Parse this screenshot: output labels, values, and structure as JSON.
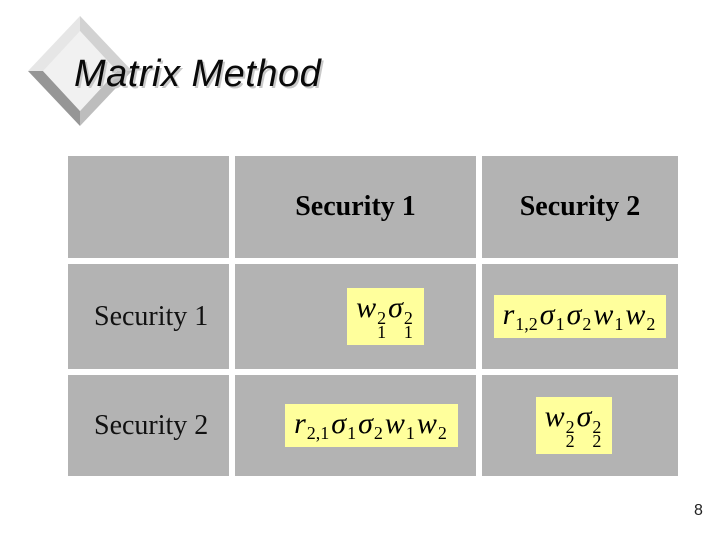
{
  "slide": {
    "title": "Matrix Method",
    "page_number": "8"
  },
  "table": {
    "corner_label": "",
    "col_headers": [
      "Security 1",
      "Security 2"
    ],
    "row_headers": [
      "Security 1",
      "Security 2"
    ],
    "formulas": {
      "c11": [
        {
          "v": "w",
          "sup": "2",
          "sub": "1"
        },
        {
          "v": "σ",
          "sup": "2",
          "sub": "1"
        }
      ],
      "c12": [
        {
          "v": "r",
          "sub": "1,2"
        },
        {
          "v": "σ",
          "sub": "1"
        },
        {
          "v": "σ",
          "sub": "2"
        },
        {
          "v": "w",
          "sub": "1"
        },
        {
          "v": "w",
          "sub": "2"
        }
      ],
      "c21": [
        {
          "v": "r",
          "sub": "2,1"
        },
        {
          "v": "σ",
          "sub": "1"
        },
        {
          "v": "σ",
          "sub": "2"
        },
        {
          "v": "w",
          "sub": "1"
        },
        {
          "v": "w",
          "sub": "2"
        }
      ],
      "c22": [
        {
          "v": "w",
          "sup": "2",
          "sub": "2"
        },
        {
          "v": "σ",
          "sup": "2",
          "sub": "2"
        }
      ]
    },
    "formulas_text": {
      "c11": "w1²σ1²",
      "c12": "r1,2σ1σ2w1w2",
      "c21": "r2,1σ1σ2w1w2",
      "c22": "w2²σ2²"
    }
  },
  "icons": {
    "diamond_logo": "diamond-logo"
  },
  "colors": {
    "page_background": "#ffffff",
    "table_cell_gray": "#b3b3b3",
    "formula_highlight_yellow": "#ffff9c",
    "title_text": "#0a0a0a",
    "title_shadow": "#c9c9c9"
  }
}
